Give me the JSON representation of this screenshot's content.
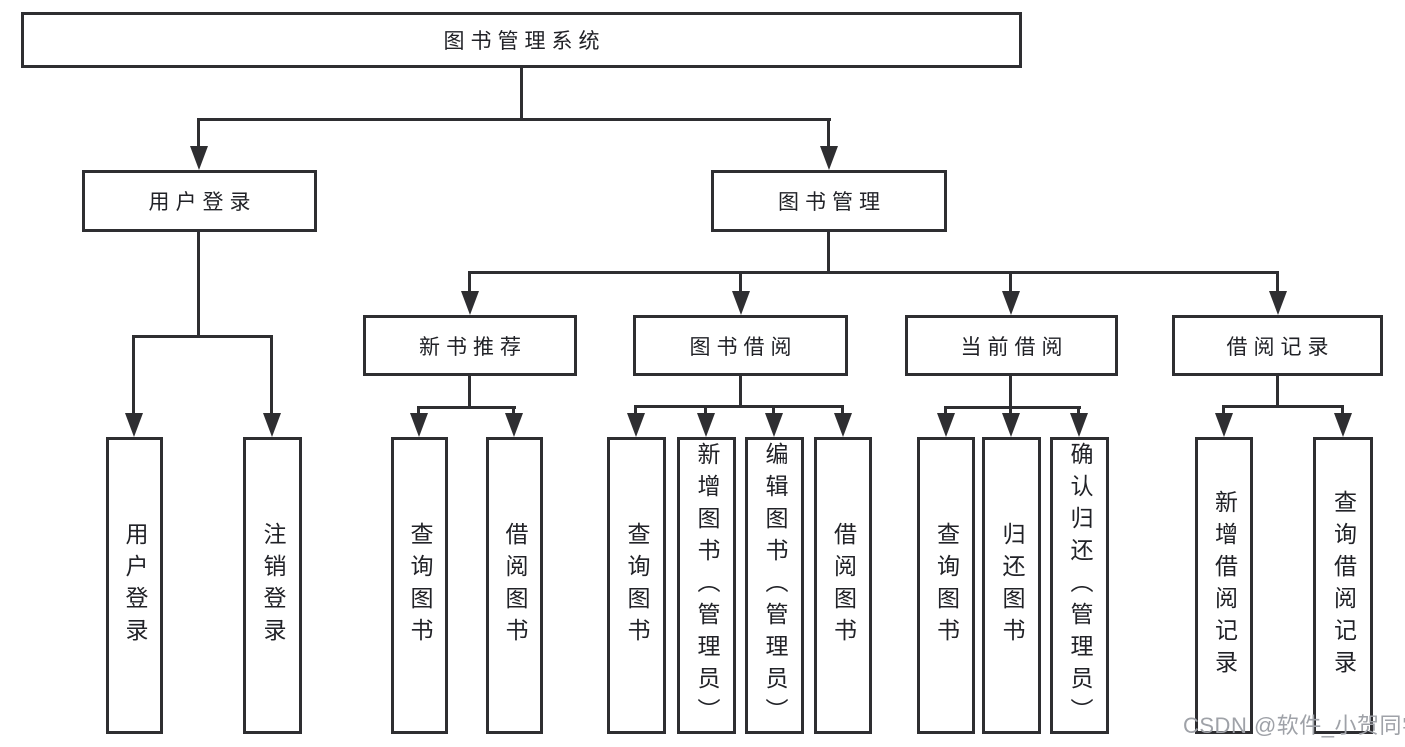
{
  "tree": {
    "root": "图书管理系统",
    "branches": [
      {
        "label": "用户登录",
        "leaves": [
          "用户登录",
          "注销登录"
        ]
      },
      {
        "label": "图书管理",
        "groups": [
          {
            "label": "新书推荐",
            "leaves": [
              "查询图书",
              "借阅图书"
            ]
          },
          {
            "label": "图书借阅",
            "leaves": [
              "查询图书",
              "新增图书（管理员）",
              "编辑图书（管理员）",
              "借阅图书"
            ]
          },
          {
            "label": "当前借阅",
            "leaves": [
              "查询图书",
              "归还图书",
              "确认归还（管理员）"
            ]
          },
          {
            "label": "借阅记录",
            "leaves": [
              "新增借阅记录",
              "查询借阅记录"
            ]
          }
        ]
      }
    ]
  },
  "watermark": "CSDN @软件_小贺同学",
  "colors": {
    "line": "#2e2e31",
    "text": "#212227",
    "watermark_text": "#9fa2a8",
    "background": "#ffffff"
  }
}
